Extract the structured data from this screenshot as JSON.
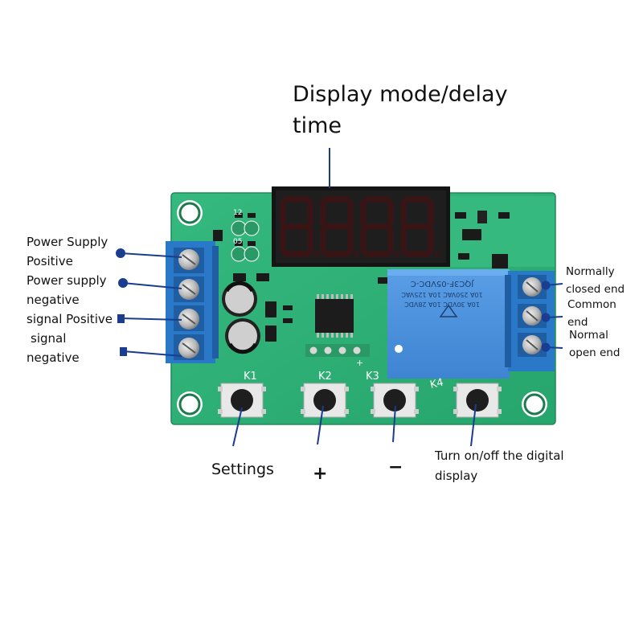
{
  "annotations": {
    "display_title": [
      "Display mode/delay",
      "time"
    ],
    "left_labels": [
      "Power Supply",
      "Positive",
      "Power supply",
      "negative",
      "signal Positive",
      "signal",
      "negative"
    ],
    "right_labels": {
      "normally_closed": [
        "Normally",
        "closed end"
      ],
      "common": [
        "Common",
        "end"
      ],
      "normally_open": [
        "Normal",
        "open end"
      ]
    },
    "button_labels": {
      "k1": "K1",
      "k2": "K2",
      "k3": "K3",
      "k4": "K4"
    },
    "button_functions": {
      "settings": "Settings",
      "plus": "+",
      "minus": "−",
      "display_toggle": [
        "Turn on/off the digital",
        "display"
      ]
    }
  },
  "board": {
    "relay_text": [
      "JQC3F-05VDC-C",
      "10A 250VAC 10A 125VAC",
      "10A 30VDC 10A 28VDC"
    ],
    "pcb_marks": [
      "12",
      "05",
      "+"
    ],
    "colors": {
      "pcb": "#2fb37a",
      "terminal": "#2a78c8",
      "relay": "#4a8fdc",
      "display": "#1a1a1a",
      "segment_off": "#3a1414"
    }
  }
}
